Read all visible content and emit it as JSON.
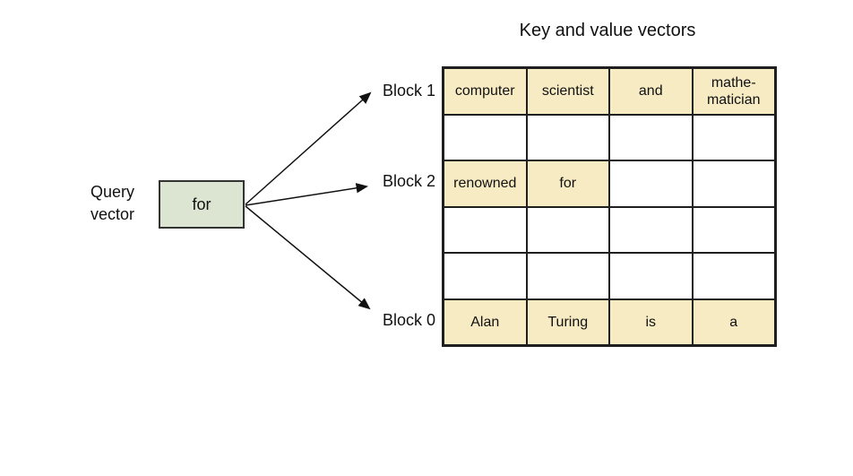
{
  "title": "Key and value vectors",
  "query": {
    "label": "Query\nvector",
    "box_text": "for"
  },
  "blocks": [
    {
      "label": "Block 1"
    },
    {
      "label": "Block 2"
    },
    {
      "label": "Block 0"
    }
  ],
  "table": {
    "columns": 4,
    "rows": [
      {
        "block": "Block 1",
        "cells": [
          {
            "text": "computer",
            "highlight": true
          },
          {
            "text": "scientist",
            "highlight": true
          },
          {
            "text": "and",
            "highlight": true
          },
          {
            "text": "mathe-\nmatician",
            "highlight": true
          }
        ]
      },
      {
        "block": null,
        "cells": [
          {
            "text": "",
            "highlight": false
          },
          {
            "text": "",
            "highlight": false
          },
          {
            "text": "",
            "highlight": false
          },
          {
            "text": "",
            "highlight": false
          }
        ]
      },
      {
        "block": "Block 2",
        "cells": [
          {
            "text": "renowned",
            "highlight": true
          },
          {
            "text": "for",
            "highlight": true
          },
          {
            "text": "",
            "highlight": false
          },
          {
            "text": "",
            "highlight": false
          }
        ]
      },
      {
        "block": null,
        "cells": [
          {
            "text": "",
            "highlight": false
          },
          {
            "text": "",
            "highlight": false
          },
          {
            "text": "",
            "highlight": false
          },
          {
            "text": "",
            "highlight": false
          }
        ]
      },
      {
        "block": null,
        "cells": [
          {
            "text": "",
            "highlight": false
          },
          {
            "text": "",
            "highlight": false
          },
          {
            "text": "",
            "highlight": false
          },
          {
            "text": "",
            "highlight": false
          }
        ]
      },
      {
        "block": "Block 0",
        "cells": [
          {
            "text": "Alan",
            "highlight": true
          },
          {
            "text": "Turing",
            "highlight": true
          },
          {
            "text": "is",
            "highlight": true
          },
          {
            "text": "a",
            "highlight": true
          }
        ]
      }
    ]
  },
  "colors": {
    "cell_highlight": "#f7ebc3",
    "query_box_fill": "#dbe5d1",
    "border": "#1f1f1f",
    "arrow": "#111111"
  }
}
